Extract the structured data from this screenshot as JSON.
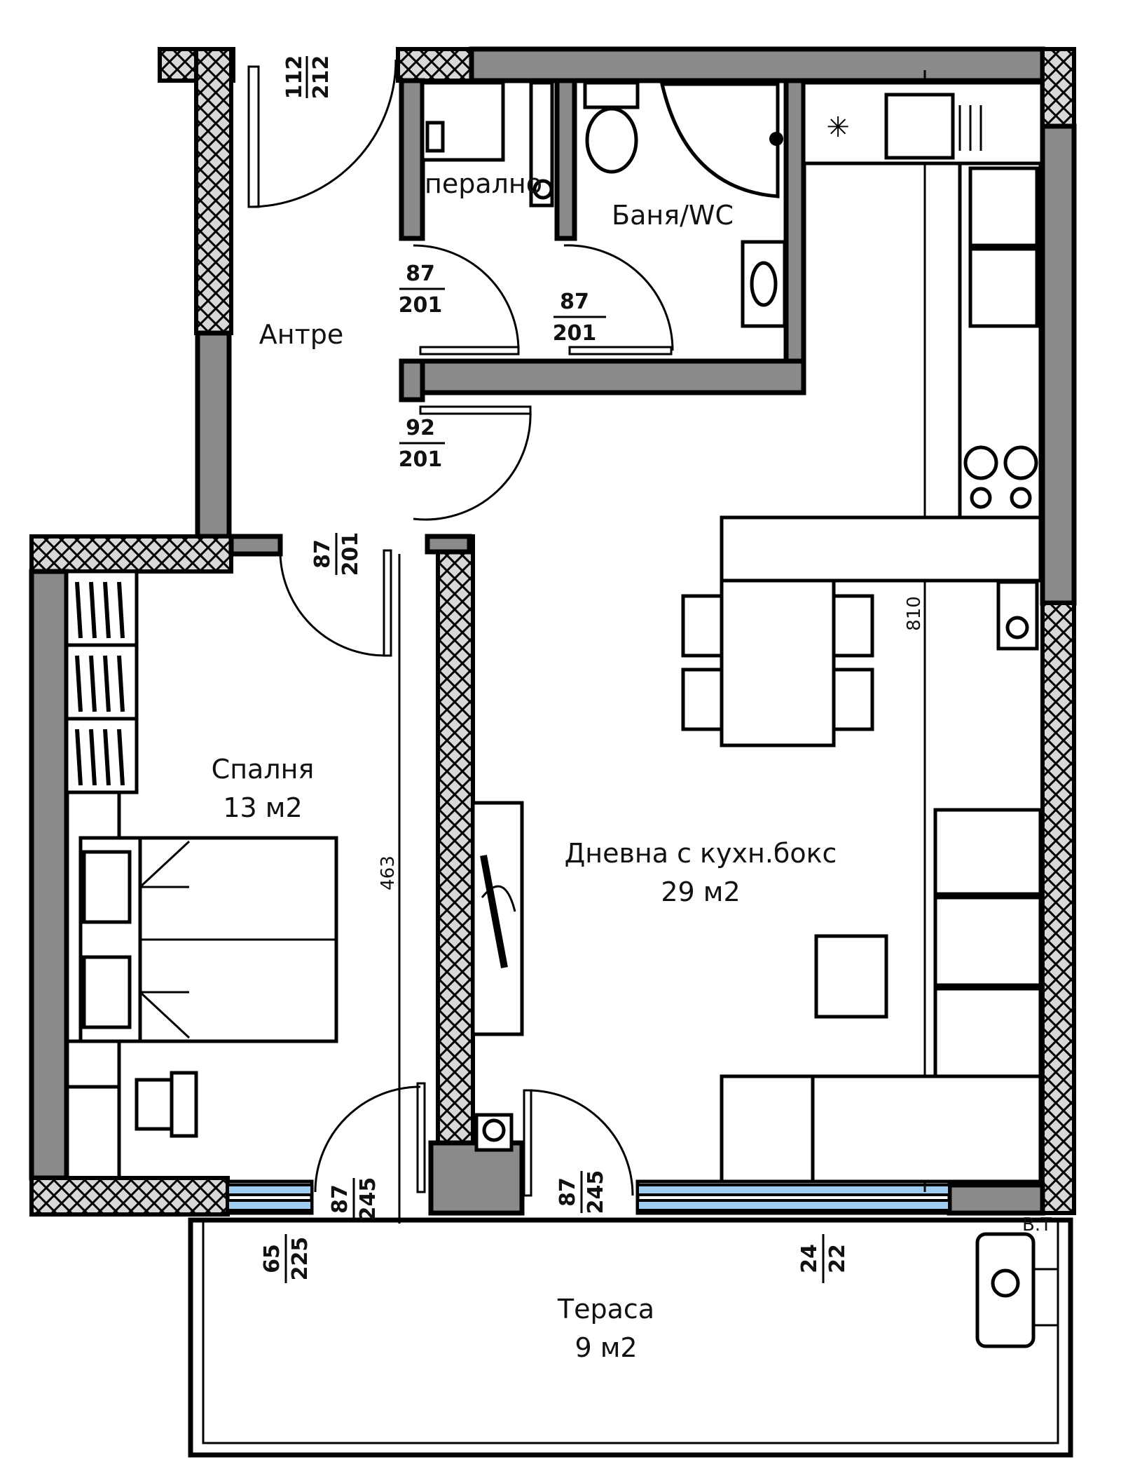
{
  "rooms": {
    "antre": "Антре",
    "peralno": "перално",
    "banya": "Баня/WC",
    "spalnya": "Спалня",
    "spalnya_area": "13 м2",
    "dnevna": "Дневна с кухн.бокс",
    "dnevna_area": "29 м2",
    "terasa": "Тераса",
    "terasa_area": "9 м2"
  },
  "doors": {
    "entrance": {
      "w": "112",
      "h": "212"
    },
    "laundry": {
      "w": "87",
      "h": "201"
    },
    "bath": {
      "w": "87",
      "h": "201"
    },
    "living": {
      "w": "92",
      "h": "201"
    },
    "bedroom": {
      "w": "87",
      "h": "201"
    },
    "bedroom_terrace": {
      "w": "87",
      "h": "245"
    },
    "living_terrace": {
      "w": "87",
      "h": "245"
    }
  },
  "windows": {
    "bedroom": {
      "w": "65",
      "h": "225"
    },
    "living": {
      "w": "24",
      "h": "22"
    }
  },
  "dimensions": {
    "bedroom_length": "463",
    "living_length": "810"
  },
  "labels": {
    "boiler": "B.T"
  },
  "colors": {
    "wall": "#8a8a8a",
    "glass": "#9fcdf0"
  }
}
